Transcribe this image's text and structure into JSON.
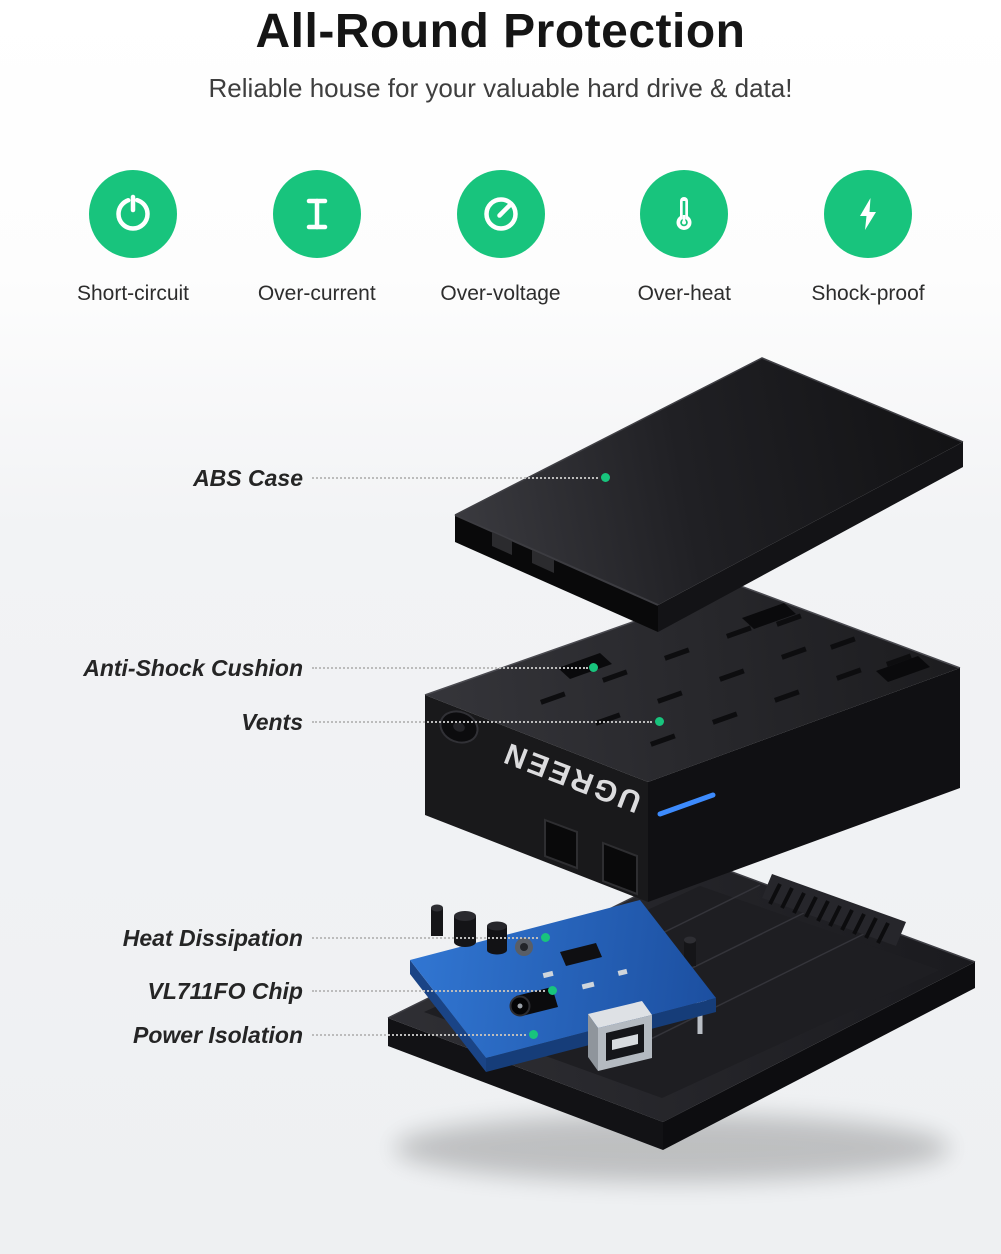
{
  "header": {
    "title": "All-Round Protection",
    "subtitle": "Reliable house for your valuable hard drive & data!"
  },
  "features": {
    "accent_color": "#18c47d",
    "items": [
      {
        "label": "Short-circuit",
        "icon": "power-icon"
      },
      {
        "label": "Over-current",
        "icon": "current-icon"
      },
      {
        "label": "Over-voltage",
        "icon": "gauge-icon"
      },
      {
        "label": "Over-heat",
        "icon": "thermometer-icon"
      },
      {
        "label": "Shock-proof",
        "icon": "lightning-icon"
      }
    ]
  },
  "diagram": {
    "brand": "UGREEN",
    "led_color": "#3d8bfd",
    "pcb_color": "#2a66bd",
    "labels": [
      {
        "text": "ABS Case"
      },
      {
        "text": "Anti-Shock Cushion"
      },
      {
        "text": "Vents"
      },
      {
        "text": "Heat Dissipation"
      },
      {
        "text": "VL711FO Chip"
      },
      {
        "text": "Power Isolation"
      }
    ]
  }
}
